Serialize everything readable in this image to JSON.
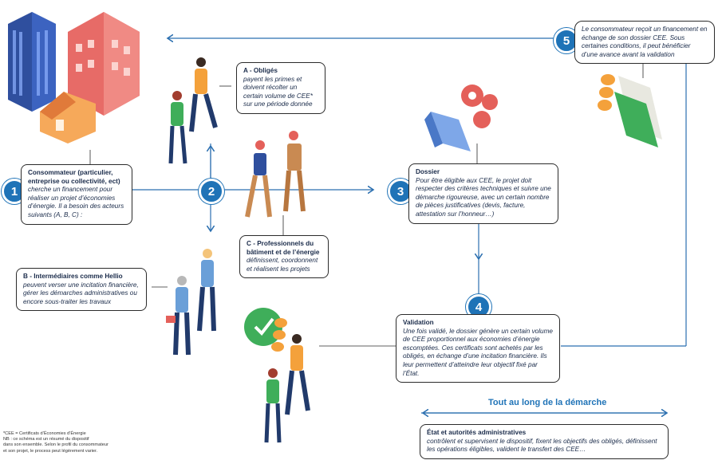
{
  "steps": [
    {
      "number": "1",
      "title": "Consommateur (particulier, entreprise ou collectivité, ect)",
      "desc": "cherche un financement pour réaliser un projet d’économies d’énergie. Il a besoin des acteurs suivants (A, B, C) :"
    },
    {
      "number": "2"
    },
    {
      "number": "3",
      "title": "Dossier",
      "desc": "Pour être éligible aux CEE, le projet doit respecter des critères techniques et suivre une démarche rigoureuse, avec un certain nombre de pièces justificatives (devis, facture, attestation sur l’honneur…)"
    },
    {
      "number": "4",
      "title": "Validation",
      "desc": "Une fois validé, le dossier génère un certain volume de CEE proportionnel aux économies d’énergie escomptées. Ces certificats sont achetés par les obligés, en échange d’une incitation financière. Ils leur permettent d’atteindre leur objectif fixé par l’État."
    },
    {
      "number": "5",
      "desc": "Le consommateur reçoit un financement en échange de son dossier CEE. Sous certaines conditions, il peut bénéficier d’une avance avant la validation"
    }
  ],
  "actors": {
    "a": {
      "title": "A - Obligés",
      "desc": "payent les primes et doivent récolter un certain volume de CEE* sur une période donnée"
    },
    "b": {
      "title": "B - Intermédiaires comme Hellio",
      "desc": "peuvent verser une incitation financière, gérer les démarches administratives ou encore sous-traiter les travaux"
    },
    "c": {
      "title": "C - Professionnels du bâtiment et de l’énergie",
      "desc": "définissent, coordonnent et réalisent les projets"
    }
  },
  "along": {
    "label": "Tout au long de la démarche",
    "title": "État et autorités administratives",
    "desc": "contrôlent et supervisent le dispositif, fixent les objectifs des obligés, définissent les opérations éligibles, valident le transfert des CEE…"
  },
  "footnote": [
    "*CEE = Certificats d’Économies d’Énergie",
    "NB : ce schéma est un résumé du dispositif",
    "dans son ensemble. Selon le profil du consommateur",
    "et son projet, le process peut légèrement varier."
  ],
  "colors": {
    "accent": "#1f73b7",
    "line": "#2b6fb0",
    "green": "#3fae5a",
    "orange": "#f4a13b",
    "red": "#e4605a"
  }
}
